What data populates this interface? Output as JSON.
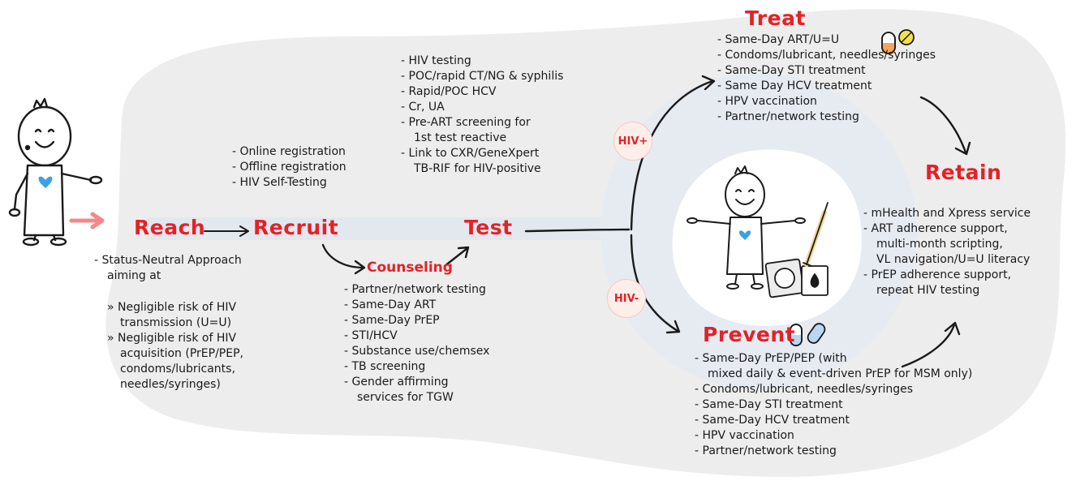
{
  "colors": {
    "accent": "#e32227",
    "text": "#1a1a1a",
    "background_blob": "#ececec",
    "flow_band": "#e3e8ef",
    "badge_fill": "#fdeee9",
    "heart": "#3ba0e6",
    "arrow_pink": "#f08a8a"
  },
  "stages": {
    "reach": "Reach",
    "recruit": "Recruit",
    "test": "Test",
    "treat": "Treat",
    "retain": "Retain",
    "prevent": "Prevent",
    "counseling": "Counseling"
  },
  "badges": {
    "hiv_positive": "HIV+",
    "hiv_negative": "HIV-"
  },
  "reach": {
    "intro": [
      "- Status-Neutral Approach",
      "aiming at"
    ],
    "points": [
      [
        "» Negligible risk of HIV",
        "transmission (U=U)"
      ],
      [
        "» Negligible risk of HIV",
        "acquisition (PrEP/PEP,",
        "condoms/lubricants,",
        "needles/syringes)"
      ]
    ]
  },
  "recruit": {
    "items": [
      "- Online registration",
      "- Offline registration",
      "- HIV Self-Testing"
    ]
  },
  "test": {
    "items": [
      "- HIV testing",
      "- POC/rapid CT/NG & syphilis",
      "- Rapid/POC HCV",
      "- Cr, UA",
      "- Pre-ART screening for",
      "1st test reactive",
      "- Link to CXR/GeneXpert",
      "TB-RIF for HIV-positive"
    ]
  },
  "counseling": {
    "items": [
      "- Partner/network testing",
      "- Same-Day ART",
      "- Same-Day PrEP",
      "- STI/HCV",
      "- Substance use/chemsex",
      "- TB screening",
      "- Gender affirming",
      "services for TGW"
    ]
  },
  "treat": {
    "items": [
      "- Same-Day ART/U=U",
      "- Condoms/lubricant, needles/syringes",
      "- Same-Day STI treatment",
      "- Same Day HCV treatment",
      "- HPV vaccination",
      "- Partner/network testing"
    ]
  },
  "retain": {
    "items": [
      "- mHealth and Xpress service",
      "- ART adherence support,",
      "multi-month scripting,",
      "VL navigation/U=U literacy",
      "- PrEP adherence support,",
      "repeat HIV testing"
    ]
  },
  "prevent": {
    "items": [
      "- Same-Day PrEP/PEP (with",
      "mixed daily & event-driven PrEP for MSM only)",
      "- Condoms/lubricant, needles/syringes",
      "- Same-Day STI treatment",
      "- Same-Day HCV treatment",
      "- HPV vaccination",
      "- Partner/network testing"
    ]
  }
}
